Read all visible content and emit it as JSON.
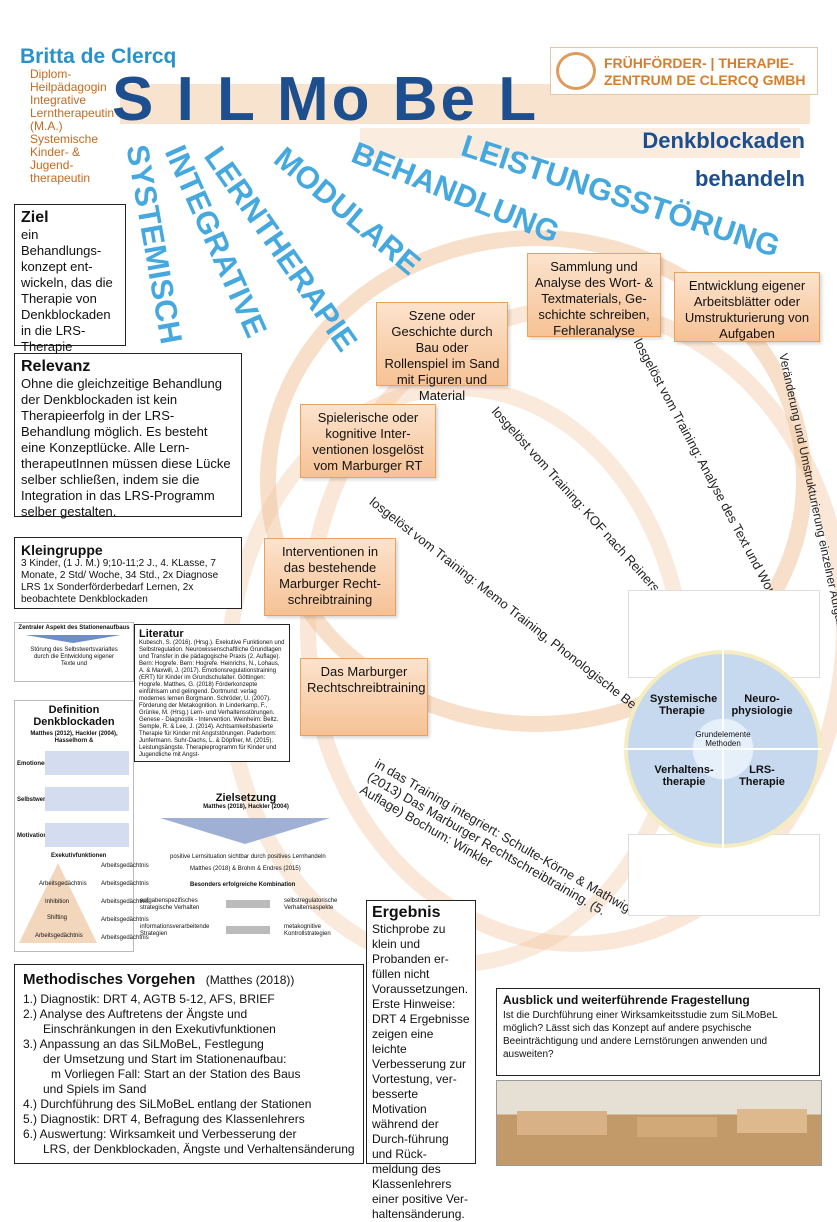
{
  "author": {
    "name": "Britta de Clercq",
    "desc": "Diplom-Heilpädagogin Integrative Lerntherapeutin (M.A.) Systemische Kinder- & Jugend-therapeutin"
  },
  "title": "S I L Mo Be L",
  "logo": {
    "line1": "FRÜHFÖRDER- | THERAPIE-",
    "line2": "ZENTRUM DE CLERCQ GMBH"
  },
  "headline": {
    "line1": "Denkblockaden",
    "line2": "behandeln"
  },
  "acronym_words": [
    "SYSTEMISCH",
    "INTEGRATIVE",
    "LERNTHERAPIE",
    "MODULARE",
    "BEHANDLUNG",
    "LEISTUNGSSTÖRUNG"
  ],
  "ziel": {
    "title": "Ziel",
    "text": "ein Behandlungs-konzept ent-wickeln, das die Therapie von Denkblockaden in die LRS-Therapie integriert."
  },
  "relevanz": {
    "title": "Relevanz",
    "text": "Ohne die gleichzeitige Behandlung der Denkblockaden ist kein Therapieerfolg in der LRS-Behandlung möglich. Es besteht eine Konzeptlücke. Alle Lern-therapeutInnen müssen diese Lücke selber schließen, indem sie die Integration in das LRS-Programm selber gestalten."
  },
  "kleingruppe": {
    "title": "Kleingruppe",
    "text": "3 Kinder, (1 J. M.) 9;10-11;2 J., 4. KLasse, 7 Monate, 2 Std/ Woche, 34 Std., 2x Diagnose LRS 1x Sonderförderbedarf Lernen, 2x beobachtete Denkblockaden"
  },
  "stations": [
    {
      "text": "Sammlung und Analyse des Wort- & Textmaterials, Ge-schichte schreiben, Fehleranalyse"
    },
    {
      "text": "Entwicklung eigener Arbeitsblätter oder Umstrukturierung von Aufgaben"
    },
    {
      "text": "Szene oder Geschichte durch Bau oder Rollenspiel im Sand mit Figuren und Material"
    },
    {
      "text": "Spielerische oder kognitive Inter-ventionen losgelöst vom Marburger RT"
    },
    {
      "text": "Interventionen in das bestehende Marburger Recht-schreibtraining"
    },
    {
      "text": "Das Marburger Rechtschreibtraining"
    }
  ],
  "diagonal_labels": [
    "losgelöst vom Training: Analyse des Text und Wortmaterials",
    "Veränderung und Umstrukturierung einzelner Aufgaben des Trainings",
    "losgelöst vom Training: KOF nach Reiners, Sandspieltherapie nach Brächter",
    "losgelöst vom Training: Memo Training, Phonologische Bewusstheit",
    "in das Training integriert: Schulte-Körne & Mathwig (2013) Das Marburger Rechtschreibtraining. (5. Auflage) Bochum: Winkler"
  ],
  "zentraler": {
    "title": "Zentraler Aspekt des Stationenaufbaus",
    "text": "Störung des Selbstwertsvarialtes durch die Entwicklung eigener Texte und"
  },
  "definition": {
    "title": "Definition Denkblockaden",
    "sources": "Matthes (2012), Hackler (2004), Hasselhorn &",
    "rows": [
      "Emotionen",
      "Selbstwert",
      "Motivation"
    ],
    "exec_title": "Exekutivfunktionen",
    "pyramid": [
      "Arbeitsgedächtnis",
      "Inhibition",
      "Shifting",
      "Arbeitsgedächtnis"
    ],
    "pyramid_right": [
      "Arbeitsgedächtnis",
      "Arbeitsgedächtnis",
      "Arbeitsgedächtnis",
      "Arbeitsgedächtnis",
      "Arbeitsgedächtnis"
    ]
  },
  "literatur": {
    "title": "Literatur",
    "text": "Kubesch, S. (2016). (Hrsg.). Exekutive Funktionen und Selbstregulation. Neurowissenschaftliche Grundlagen und Transfer in die pädagogische Praxis (2. Auflage). Bern: Hogrefe. Bern: Hogrefe. Heinrichs, N., Lohaus, A. & Maxwill, J. (2017). Emotionsregulationstraining (ERT) für Kinder im Grundschulalter. Göttingen: Hogrefe. Matthes, G. (2018) Förderkonzepte einfühlsam und gelingend. Dortmund: verlag modernes lernen Borgmann. Schröder, U. (2007). Förderung der Metakognition. In Linderkamp, F., Grünke, M. (Hrsg.) Lern- und Verhaltensstörungen. Genese - Diagnostik - Intervention. Weinheim: Beltz. Semple, R. & Lee, J. (2014). Achtsamkeitsbasierte Therapie für Kinder mit Angststörungen. Paderborn: Junfermann. Suhr-Dachs, L. & Döpfner, M. (2015). Leistungsängste. Therapieprogramm für Kinder und Jugendliche mit Angst-"
  },
  "zielsetzung": {
    "title": "Zielsetzung",
    "source": "Matthes (2018), Hackler (2004)",
    "line1": "positive Lernsituation sichtbar durch positives Lernhandeln",
    "line2": "Matthes (2018) & Brohm & Endres (2015)",
    "kombi": "Besonders erfolgreiche Kombination",
    "left1": "aufgabenspezifisches strategische Verhalten",
    "right1": "selbstregulatorische Verhaltensaspekte",
    "left2": "informationsverarbeitende Strategien",
    "right2": "metakognitive Kontrollstrategien"
  },
  "circle": {
    "q1": "Systemische Therapie",
    "q2": "Neuro-physiologie",
    "q3": "Verhaltens-therapie",
    "q4": "LRS-Therapie",
    "center": "Grundelemente Methoden"
  },
  "methodisches": {
    "title": "Methodisches Vorgehen",
    "source": "(Matthes (2018))",
    "items": [
      "1.) Diagnostik: DRT 4, AGTB 5-12, AFS, BRIEF",
      "2.) Analyse des Auftretens der Ängste und",
      "Einschränkungen in den Exekutivfunktionen",
      "3.) Anpassung an das SiLMoBeL, Festlegung",
      "der Umsetzung und Start im Stationenaufbau:",
      "m Vorliegen Fall: Start an der Station des Baus",
      "und Spiels im Sand",
      "4.) Durchführung des SiLMoBeL entlang der Stationen",
      "5.) Diagnostik: DRT 4, Befragung des Klassenlehrers",
      "6.) Auswertung: Wirksamkeit und Verbesserung der",
      "LRS, der Denkblockaden, Ängste und Verhaltensänderung"
    ]
  },
  "ergebnis": {
    "title": "Ergebnis",
    "text": "Stichprobe zu klein und Probanden er-füllen nicht Voraussetzungen. Erste Hinweise: DRT 4 Ergebnisse zeigen eine leichte Verbesserung zur Vortestung, ver-besserte Motivation während der Durch-führung und Rück-meldung des Klassenlehrers einer positive Ver-haltensänderung."
  },
  "ausblick": {
    "title": "Ausblick und weiterführende Fragestellung",
    "text": "Ist die Durchführung einer Wirksamkeitsstudie zum SiLMoBeL möglich? Lässt sich das Konzept auf andere psychische Beeinträchtigung und andere Lernstörungen anwenden und ausweiten?"
  },
  "colors": {
    "blue": "#1d4f8f",
    "lightblue": "#45a8de",
    "orange": "#d47f2c",
    "peach": "#f6c295"
  }
}
